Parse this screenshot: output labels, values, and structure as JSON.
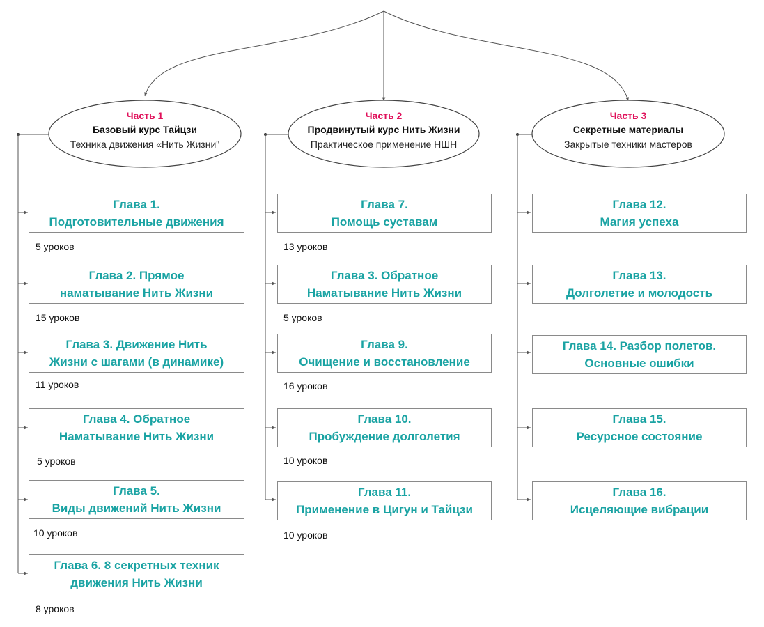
{
  "parts": [
    {
      "label": "Часть 1",
      "name": "Базовый курс Тайцзи",
      "subtitle": "Техника движения «Нить Жизни\"",
      "chapters": [
        {
          "lines": [
            "Глава 1.",
            "Подготовительные движения"
          ],
          "lessons": "5 уроков"
        },
        {
          "lines": [
            "Глава 2. Прямое",
            "наматывание Нить Жизни"
          ],
          "lessons": "15 уроков"
        },
        {
          "lines": [
            "Глава 3.  Движение Нить",
            "Жизни с шагами (в динамике)"
          ],
          "lessons": "11 уроков"
        },
        {
          "lines": [
            "Глава 4.  Обратное",
            "Наматывание Нить Жизни"
          ],
          "lessons": "5 уроков"
        },
        {
          "lines": [
            "Глава 5.",
            "Виды движений Нить Жизни"
          ],
          "lessons": "10 уроков"
        },
        {
          "lines": [
            "Глава 6. 8 секретных техник",
            "движения Нить Жизни"
          ],
          "lessons": "8 уроков"
        }
      ]
    },
    {
      "label": "Часть 2",
      "name": "Продвинутый курс Нить Жизни",
      "subtitle": "Практическое применение НШН",
      "chapters": [
        {
          "lines": [
            "Глава 7.",
            "Помощь суставам"
          ],
          "lessons": "13 уроков"
        },
        {
          "lines": [
            "Глава 3.  Обратное",
            "Наматывание Нить Жизни"
          ],
          "lessons": "5 уроков"
        },
        {
          "lines": [
            "Глава 9.",
            "Очищение и восстановление"
          ],
          "lessons": "16 уроков"
        },
        {
          "lines": [
            "Глава 10.",
            "Пробуждение долголетия"
          ],
          "lessons": "10 уроков"
        },
        {
          "lines": [
            "Глава 11.",
            "Применение в Цигун и Тайцзи"
          ],
          "lessons": "10 уроков"
        }
      ]
    },
    {
      "label": "Часть 3",
      "name": "Секретные материалы",
      "subtitle": "Закрытые техники мастеров",
      "chapters": [
        {
          "lines": [
            "Глава 12.",
            "Магия успеха"
          ],
          "lessons": ""
        },
        {
          "lines": [
            "Глава 13.",
            "Долголетие и молодость"
          ],
          "lessons": ""
        },
        {
          "lines": [
            "Глава 14. Разбор полетов.",
            "Основные ошибки"
          ],
          "lessons": ""
        },
        {
          "lines": [
            "Глава 15.",
            "Ресурсное состояние"
          ],
          "lessons": ""
        },
        {
          "lines": [
            "Глава 16.",
            "Исцеляющие вибрации"
          ],
          "lessons": ""
        }
      ]
    }
  ]
}
